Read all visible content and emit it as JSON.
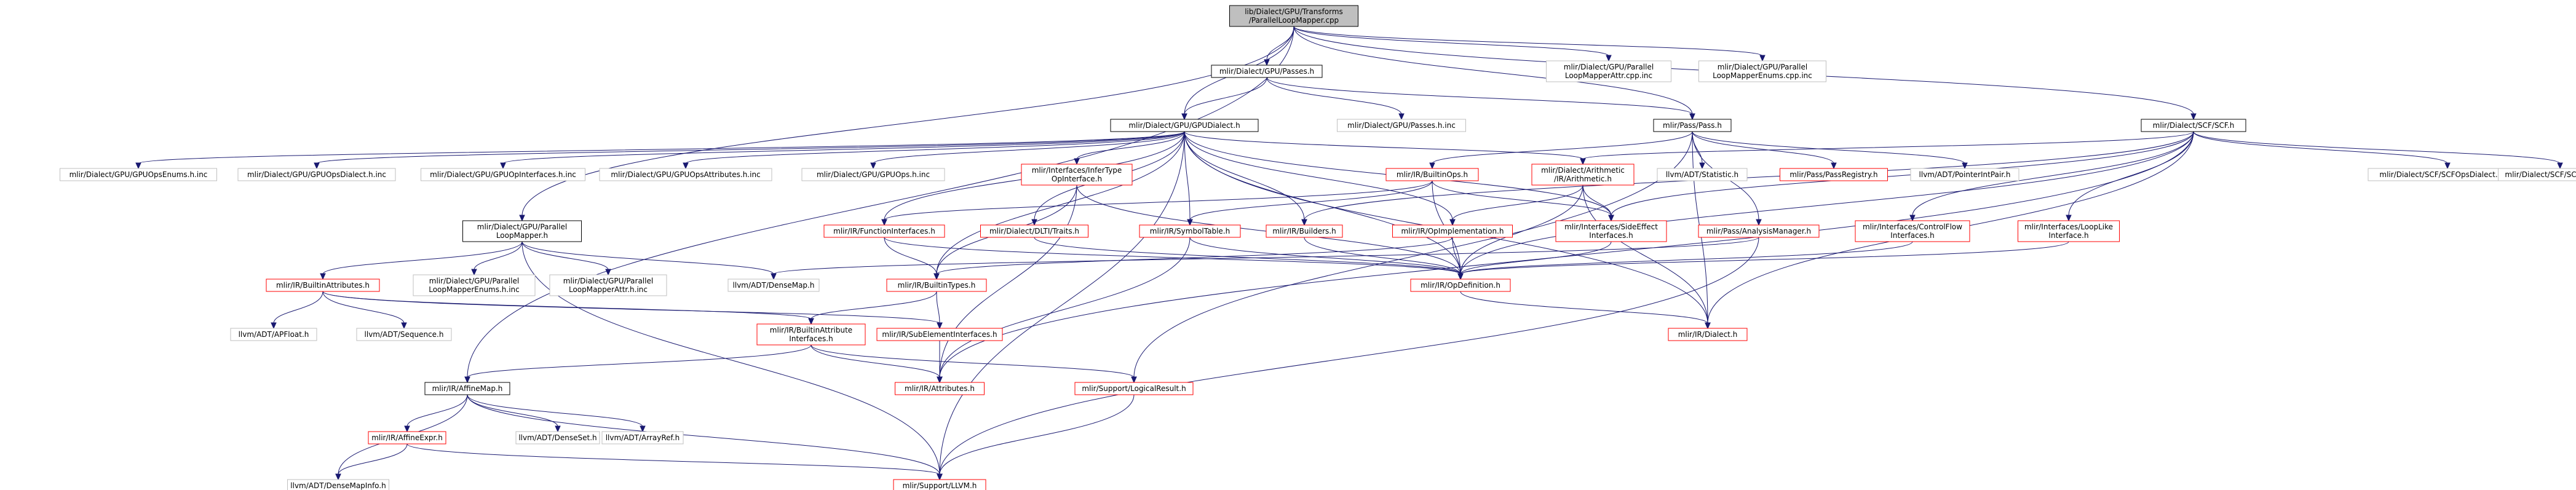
{
  "colors": {
    "edge": "#191970",
    "root_fill": "#bfbfbf",
    "root_border": "#000000",
    "doc_border": "#000000",
    "red_border": "#ff0000",
    "gray_border": "#bfbfbf",
    "node_fill": "#ffffff",
    "text": "#000000"
  },
  "nodes": [
    {
      "id": "root",
      "lines": [
        "lib/Dialect/GPU/Transforms",
        "/ParallelLoopMapper.cpp"
      ],
      "style": "root"
    },
    {
      "id": "gpu_passes",
      "lines": [
        "mlir/Dialect/GPU/Passes.h"
      ],
      "style": "doc"
    },
    {
      "id": "attr_inc",
      "lines": [
        "mlir/Dialect/GPU/Parallel",
        "LoopMapperAttr.cpp.inc"
      ],
      "style": "gray"
    },
    {
      "id": "enums_cpp_inc",
      "lines": [
        "mlir/Dialect/GPU/Parallel",
        "LoopMapperEnums.cpp.inc"
      ],
      "style": "gray"
    },
    {
      "id": "gpu_dialect",
      "lines": [
        "mlir/Dialect/GPU/GPUDialect.h"
      ],
      "style": "doc"
    },
    {
      "id": "passes_inc",
      "lines": [
        "mlir/Dialect/GPU/Passes.h.inc"
      ],
      "style": "gray"
    },
    {
      "id": "pass",
      "lines": [
        "mlir/Pass/Pass.h"
      ],
      "style": "doc"
    },
    {
      "id": "scf",
      "lines": [
        "mlir/Dialect/SCF/SCF.h"
      ],
      "style": "doc"
    },
    {
      "id": "ops_enums_inc",
      "lines": [
        "mlir/Dialect/GPU/GPUOpsEnums.h.inc"
      ],
      "style": "gray"
    },
    {
      "id": "ops_dialect_inc",
      "lines": [
        "mlir/Dialect/GPU/GPUOpsDialect.h.inc"
      ],
      "style": "gray"
    },
    {
      "id": "op_interfaces_inc",
      "lines": [
        "mlir/Dialect/GPU/GPUOpInterfaces.h.inc"
      ],
      "style": "gray"
    },
    {
      "id": "ops_attrs_inc",
      "lines": [
        "mlir/Dialect/GPU/GPUOpsAttributes.h.inc"
      ],
      "style": "gray"
    },
    {
      "id": "gpu_ops_inc",
      "lines": [
        "mlir/Dialect/GPU/GPUOps.h.inc"
      ],
      "style": "gray"
    },
    {
      "id": "infer_type",
      "lines": [
        "mlir/Interfaces/InferType",
        "OpInterface.h"
      ],
      "style": "red"
    },
    {
      "id": "builtin_ops",
      "lines": [
        "mlir/IR/BuiltinOps.h"
      ],
      "style": "red"
    },
    {
      "id": "arith",
      "lines": [
        "mlir/Dialect/Arithmetic",
        "/IR/Arithmetic.h"
      ],
      "style": "red"
    },
    {
      "id": "statistic",
      "lines": [
        "llvm/ADT/Statistic.h"
      ],
      "style": "gray"
    },
    {
      "id": "pass_registry",
      "lines": [
        "mlir/Pass/PassRegistry.h"
      ],
      "style": "red"
    },
    {
      "id": "pointer_int_pair",
      "lines": [
        "llvm/ADT/PointerIntPair.h"
      ],
      "style": "gray"
    },
    {
      "id": "scf_dialect_inc",
      "lines": [
        "mlir/Dialect/SCF/SCFOpsDialect.h.inc"
      ],
      "style": "gray"
    },
    {
      "id": "scf_ops_inc",
      "lines": [
        "mlir/Dialect/SCF/SCFOps.h.inc"
      ],
      "style": "gray"
    },
    {
      "id": "mapper",
      "lines": [
        "mlir/Dialect/GPU/Parallel",
        "LoopMapper.h"
      ],
      "style": "doc"
    },
    {
      "id": "function_ifaces",
      "lines": [
        "mlir/IR/FunctionInterfaces.h"
      ],
      "style": "red"
    },
    {
      "id": "dlti",
      "lines": [
        "mlir/Dialect/DLTI/Traits.h"
      ],
      "style": "red"
    },
    {
      "id": "symbol_table",
      "lines": [
        "mlir/IR/SymbolTable.h"
      ],
      "style": "red"
    },
    {
      "id": "builders",
      "lines": [
        "mlir/IR/Builders.h"
      ],
      "style": "red"
    },
    {
      "id": "op_impl",
      "lines": [
        "mlir/IR/OpImplementation.h"
      ],
      "style": "red"
    },
    {
      "id": "side_effect",
      "lines": [
        "mlir/Interfaces/SideEffect",
        "Interfaces.h"
      ],
      "style": "red"
    },
    {
      "id": "analysis_mgr",
      "lines": [
        "mlir/Pass/AnalysisManager.h"
      ],
      "style": "red"
    },
    {
      "id": "control_flow",
      "lines": [
        "mlir/Interfaces/ControlFlow",
        "Interfaces.h"
      ],
      "style": "red"
    },
    {
      "id": "loop_like",
      "lines": [
        "mlir/Interfaces/LoopLike",
        "Interface.h"
      ],
      "style": "red"
    },
    {
      "id": "builtin_attrs",
      "lines": [
        "mlir/IR/BuiltinAttributes.h"
      ],
      "style": "red"
    },
    {
      "id": "enums_h_inc",
      "lines": [
        "mlir/Dialect/GPU/Parallel",
        "LoopMapperEnums.h.inc"
      ],
      "style": "gray"
    },
    {
      "id": "attr_h_inc",
      "lines": [
        "mlir/Dialect/GPU/Parallel",
        "LoopMapperAttr.h.inc"
      ],
      "style": "gray"
    },
    {
      "id": "dense_map",
      "lines": [
        "llvm/ADT/DenseMap.h"
      ],
      "style": "gray"
    },
    {
      "id": "builtin_types",
      "lines": [
        "mlir/IR/BuiltinTypes.h"
      ],
      "style": "red"
    },
    {
      "id": "op_definition",
      "lines": [
        "mlir/IR/OpDefinition.h"
      ],
      "style": "red"
    },
    {
      "id": "ap_float",
      "lines": [
        "llvm/ADT/APFloat.h"
      ],
      "style": "gray"
    },
    {
      "id": "sequence",
      "lines": [
        "llvm/ADT/Sequence.h"
      ],
      "style": "gray"
    },
    {
      "id": "builtin_attr_ifaces",
      "lines": [
        "mlir/IR/BuiltinAttribute",
        "Interfaces.h"
      ],
      "style": "red"
    },
    {
      "id": "sub_element",
      "lines": [
        "mlir/IR/SubElementInterfaces.h"
      ],
      "style": "red"
    },
    {
      "id": "dialect",
      "lines": [
        "mlir/IR/Dialect.h"
      ],
      "style": "red"
    },
    {
      "id": "affine_map",
      "lines": [
        "mlir/IR/AffineMap.h"
      ],
      "style": "doc"
    },
    {
      "id": "logical_result",
      "lines": [
        "mlir/Support/LogicalResult.h"
      ],
      "style": "red"
    },
    {
      "id": "attributes",
      "lines": [
        "mlir/IR/Attributes.h"
      ],
      "style": "red"
    },
    {
      "id": "affine_expr",
      "lines": [
        "mlir/IR/AffineExpr.h"
      ],
      "style": "red"
    },
    {
      "id": "dense_set",
      "lines": [
        "llvm/ADT/DenseSet.h"
      ],
      "style": "gray"
    },
    {
      "id": "array_ref",
      "lines": [
        "llvm/ADT/ArrayRef.h"
      ],
      "style": "gray"
    },
    {
      "id": "dense_map_info",
      "lines": [
        "llvm/ADT/DenseMapInfo.h"
      ],
      "style": "gray"
    },
    {
      "id": "llvm_h",
      "lines": [
        "mlir/Support/LLVM.h"
      ],
      "style": "red"
    }
  ],
  "edges": [
    [
      "root",
      "gpu_passes"
    ],
    [
      "root",
      "attr_inc"
    ],
    [
      "root",
      "enums_cpp_inc"
    ],
    [
      "root",
      "gpu_dialect"
    ],
    [
      "root",
      "pass"
    ],
    [
      "root",
      "scf"
    ],
    [
      "root",
      "mapper"
    ],
    [
      "root",
      "affine_map"
    ],
    [
      "gpu_passes",
      "gpu_dialect"
    ],
    [
      "gpu_passes",
      "passes_inc"
    ],
    [
      "gpu_passes",
      "pass"
    ],
    [
      "gpu_dialect",
      "ops_enums_inc"
    ],
    [
      "gpu_dialect",
      "ops_dialect_inc"
    ],
    [
      "gpu_dialect",
      "op_interfaces_inc"
    ],
    [
      "gpu_dialect",
      "ops_attrs_inc"
    ],
    [
      "gpu_dialect",
      "gpu_ops_inc"
    ],
    [
      "gpu_dialect",
      "infer_type"
    ],
    [
      "gpu_dialect",
      "arith"
    ],
    [
      "gpu_dialect",
      "function_ifaces"
    ],
    [
      "gpu_dialect",
      "dlti"
    ],
    [
      "gpu_dialect",
      "symbol_table"
    ],
    [
      "gpu_dialect",
      "builders"
    ],
    [
      "gpu_dialect",
      "op_impl"
    ],
    [
      "gpu_dialect",
      "side_effect"
    ],
    [
      "gpu_dialect",
      "op_definition"
    ],
    [
      "gpu_dialect",
      "builtin_types"
    ],
    [
      "gpu_dialect",
      "dialect"
    ],
    [
      "gpu_dialect",
      "llvm_h"
    ],
    [
      "pass",
      "builtin_ops"
    ],
    [
      "pass",
      "statistic"
    ],
    [
      "pass",
      "pass_registry"
    ],
    [
      "pass",
      "pointer_int_pair"
    ],
    [
      "pass",
      "analysis_mgr"
    ],
    [
      "pass",
      "dialect"
    ],
    [
      "pass",
      "logical_result"
    ],
    [
      "scf",
      "scf_dialect_inc"
    ],
    [
      "scf",
      "scf_ops_inc"
    ],
    [
      "scf",
      "arith"
    ],
    [
      "scf",
      "control_flow"
    ],
    [
      "scf",
      "loop_like"
    ],
    [
      "scf",
      "side_effect"
    ],
    [
      "scf",
      "builders"
    ],
    [
      "scf",
      "op_definition"
    ],
    [
      "scf",
      "dialect"
    ],
    [
      "scf",
      "attributes"
    ],
    [
      "infer_type",
      "builtin_types"
    ],
    [
      "infer_type",
      "op_definition"
    ],
    [
      "infer_type",
      "attributes"
    ],
    [
      "builtin_ops",
      "function_ifaces"
    ],
    [
      "builtin_ops",
      "symbol_table"
    ],
    [
      "builtin_ops",
      "op_definition"
    ],
    [
      "builtin_ops",
      "side_effect"
    ],
    [
      "arith",
      "op_impl"
    ],
    [
      "arith",
      "side_effect"
    ],
    [
      "arith",
      "dialect"
    ],
    [
      "arith",
      "op_definition"
    ],
    [
      "mapper",
      "builtin_attrs"
    ],
    [
      "mapper",
      "enums_h_inc"
    ],
    [
      "mapper",
      "attr_h_inc"
    ],
    [
      "mapper",
      "dense_map"
    ],
    [
      "mapper",
      "llvm_h"
    ],
    [
      "function_ifaces",
      "builtin_types"
    ],
    [
      "function_ifaces",
      "op_definition"
    ],
    [
      "dlti",
      "op_definition"
    ],
    [
      "symbol_table",
      "op_definition"
    ],
    [
      "symbol_table",
      "attributes"
    ],
    [
      "builders",
      "op_definition"
    ],
    [
      "op_impl",
      "op_definition"
    ],
    [
      "op_impl",
      "builtin_types"
    ],
    [
      "side_effect",
      "op_definition"
    ],
    [
      "analysis_mgr",
      "dense_map"
    ],
    [
      "analysis_mgr",
      "llvm_h"
    ],
    [
      "control_flow",
      "op_definition"
    ],
    [
      "loop_like",
      "op_definition"
    ],
    [
      "builtin_attrs",
      "ap_float"
    ],
    [
      "builtin_attrs",
      "sequence"
    ],
    [
      "builtin_attrs",
      "builtin_attr_ifaces"
    ],
    [
      "builtin_attrs",
      "sub_element"
    ],
    [
      "builtin_types",
      "builtin_attr_ifaces"
    ],
    [
      "builtin_types",
      "sub_element"
    ],
    [
      "op_definition",
      "dialect"
    ],
    [
      "builtin_attr_ifaces",
      "affine_map"
    ],
    [
      "builtin_attr_ifaces",
      "attributes"
    ],
    [
      "builtin_attr_ifaces",
      "logical_result"
    ],
    [
      "sub_element",
      "attributes"
    ],
    [
      "affine_map",
      "affine_expr"
    ],
    [
      "affine_map",
      "dense_set"
    ],
    [
      "affine_map",
      "array_ref"
    ],
    [
      "affine_map",
      "dense_map_info"
    ],
    [
      "affine_map",
      "llvm_h"
    ],
    [
      "affine_expr",
      "dense_map_info"
    ],
    [
      "affine_expr",
      "llvm_h"
    ],
    [
      "logical_result",
      "llvm_h"
    ]
  ]
}
